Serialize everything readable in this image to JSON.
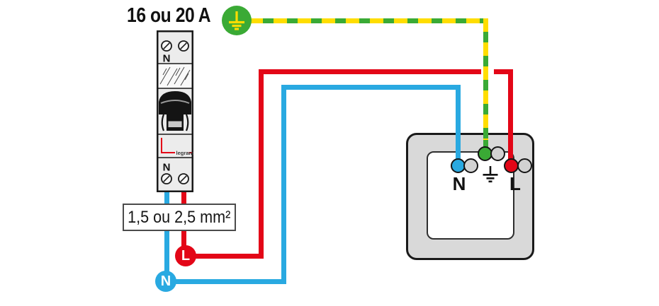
{
  "breaker": {
    "rating_label": "16 ou 20 A",
    "brand": "legrand",
    "top_terminal_label": "N",
    "bottom_terminal_label": "N"
  },
  "cable": {
    "size_label": "1,5 ou 2,5 mm²"
  },
  "badges": {
    "neutral": "N",
    "live": "L"
  },
  "socket": {
    "neutral_label": "N",
    "live_label": "L"
  },
  "icons": {
    "earth_badge": "earth-ground-icon",
    "socket_earth": "earth-ground-icon",
    "breaker_screws": "screw-terminal-icon"
  },
  "colors": {
    "live": "#e30617",
    "neutral": "#29a9e1",
    "earth_green": "#3aaa35",
    "earth_yellow": "#ffdd00",
    "socket_body": "#d9d9d9",
    "breaker_body": "#ececec",
    "terminal_gray": "#d2d2d2",
    "outline": "#1a1a1a"
  }
}
